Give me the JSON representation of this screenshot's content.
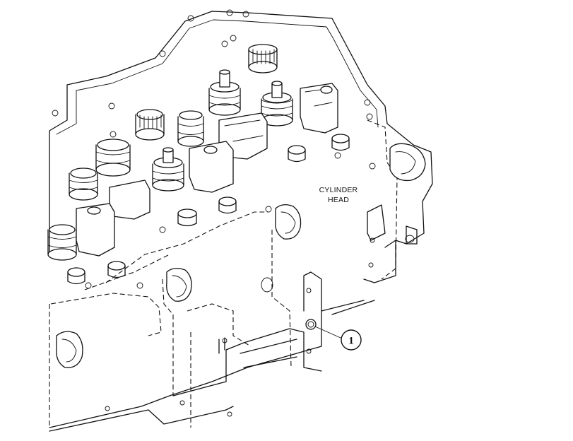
{
  "labels": {
    "component_line1": "CYLINDER",
    "component_line2": "HEAD"
  },
  "callouts": [
    {
      "number": "1"
    }
  ]
}
